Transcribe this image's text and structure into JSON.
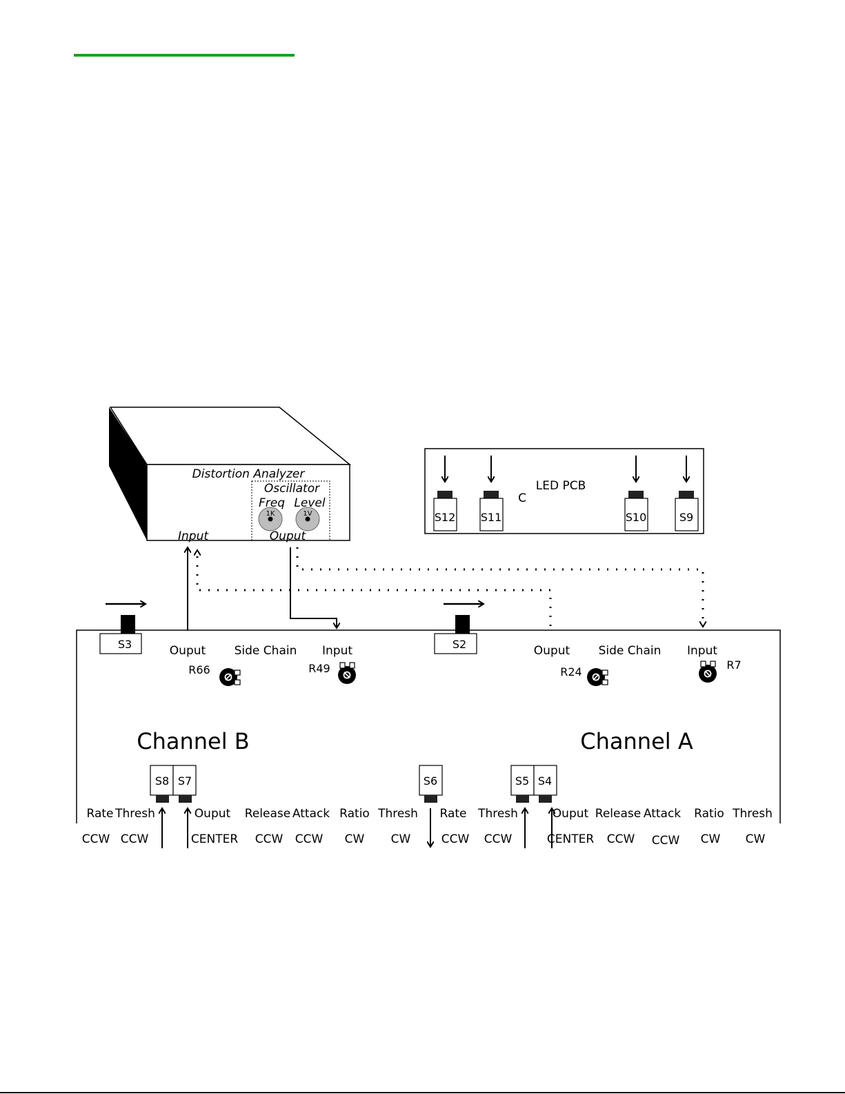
{
  "colors": {
    "accent_rule": "#19a319",
    "ink": "#000000",
    "knob_fill": "#bdbdbd",
    "panel_fill": "#ffffff"
  },
  "analyzer": {
    "title": "Distortion Analyzer",
    "oscillator_label": "Oscillator",
    "freq_label": "Freq",
    "level_label": "Level",
    "freq_value": "1K",
    "level_value": "1V",
    "input_label": "Input",
    "output_label": "Ouput"
  },
  "led_pcb": {
    "title": "LED PCB",
    "marker": "C",
    "switches": [
      "S12",
      "S11",
      "S10",
      "S9"
    ]
  },
  "main_pcb": {
    "channel_b_title": "Channel B",
    "channel_a_title": "Channel A",
    "top_switches": [
      "S3",
      "S2"
    ],
    "channel_b_top_labels": [
      "Ouput",
      "Side Chain",
      "Input"
    ],
    "channel_a_top_labels": [
      "Ouput",
      "Side Chain",
      "Input"
    ],
    "trimmers": [
      "R66",
      "R49",
      "R24",
      "R7"
    ],
    "bottom_switches": [
      "S8",
      "S7",
      "S6",
      "S5",
      "S4"
    ],
    "control_labels": [
      "Rate",
      "Thresh",
      "Ouput",
      "Release",
      "Attack",
      "Ratio",
      "Thresh",
      "Rate",
      "Thresh",
      "Ouput",
      "Release",
      "Attack",
      "Ratio",
      "Thresh"
    ],
    "control_settings": [
      "CCW",
      "CCW",
      "CENTER",
      "CCW",
      "CCW",
      "CW",
      "CW",
      "CCW",
      "CCW",
      "CENTER",
      "CCW",
      "CCW",
      "CW",
      "CW"
    ]
  }
}
